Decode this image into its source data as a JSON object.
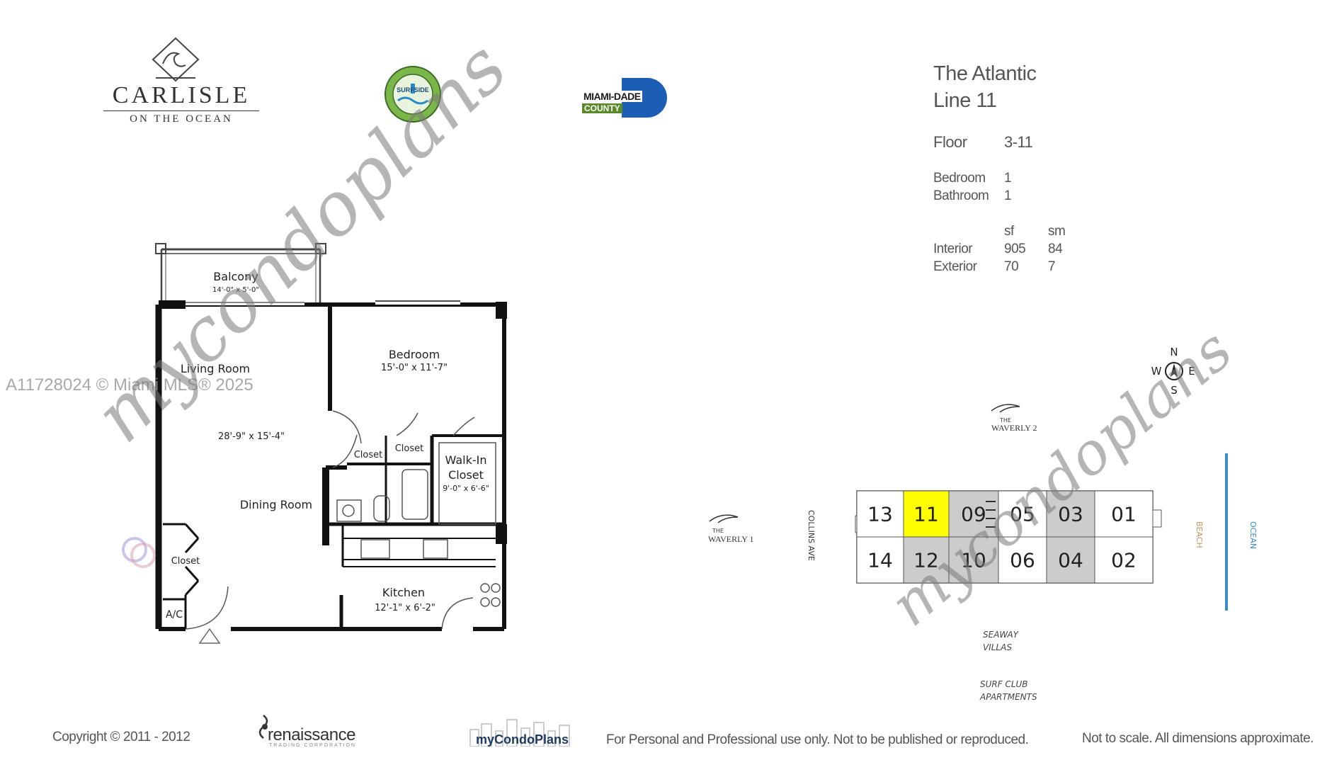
{
  "logos": {
    "carlisle_name": "CARLISLE",
    "carlisle_sub": "ON THE OCEAN",
    "surfside_text": "SURFSIDE",
    "miami_dade_line1": "MIAMI-DADE",
    "miami_dade_line2": "COUNTY"
  },
  "info": {
    "building": "The Atlantic",
    "line": "Line 11",
    "floor_label": "Floor",
    "floor_value": "3-11",
    "bedroom_label": "Bedroom",
    "bedroom_value": "1",
    "bathroom_label": "Bathroom",
    "bathroom_value": "1",
    "sf_header": "sf",
    "sm_header": "sm",
    "interior_label": "Interior",
    "interior_sf": "905",
    "interior_sm": "84",
    "exterior_label": "Exterior",
    "exterior_sf": "70",
    "exterior_sm": "7"
  },
  "floorplan": {
    "balcony": "Balcony",
    "balcony_dim": "14'-0\" x 5'-0\"",
    "living": "Living Room",
    "living_dim": "28'-9\" x 15'-4\"",
    "dining": "Dining Room",
    "bedroom": "Bedroom",
    "bedroom_dim": "15'-0\" x 11'-7\"",
    "closet1": "Closet",
    "closet2": "Closet",
    "walkin1": "Walk-In",
    "walkin2": "Closet",
    "walkin_dim": "9'-0\" x 6'-6\"",
    "closet3": "Closet",
    "ac": "A/C",
    "kitchen": "Kitchen",
    "kitchen_dim": "12'-1\" x 6'-2\""
  },
  "watermark": {
    "mls": "A11728024 © Miami MLS® 2025",
    "brand": "mycondoplans"
  },
  "siteplan": {
    "compass_n": "N",
    "compass_s": "S",
    "compass_e": "E",
    "compass_w": "W",
    "waverly2_a": "THE",
    "waverly2_b": "WAVERLY 2",
    "waverly1_a": "THE",
    "waverly1_b": "WAVERLY 1",
    "collins": "COLLINS AVE",
    "beach": "BEACH",
    "ocean": "OCEAN",
    "seaway1": "SEAWAY",
    "seaway2": "VILLAS",
    "surfclub1": "SURF CLUB",
    "surfclub2": "APARTMENTS",
    "top_units": [
      "13",
      "11",
      "09",
      "05",
      "03",
      "01"
    ],
    "bottom_units": [
      "14",
      "12",
      "10",
      "06",
      "04",
      "02"
    ],
    "highlight_unit": "11",
    "highlight_color": "#ffff00",
    "shade_color": "#cccccc"
  },
  "footer": {
    "copyright": "Copyright © 2011 - 2012",
    "renaissance": "renaissance",
    "renaissance_sub": "TRADING CORPORATION",
    "mycondoplans": "myCondoPlans",
    "personal": "For Personal and Professional use only.  Not to be published or reproduced.",
    "scale": "Not to scale.  All dimensions approximate."
  }
}
